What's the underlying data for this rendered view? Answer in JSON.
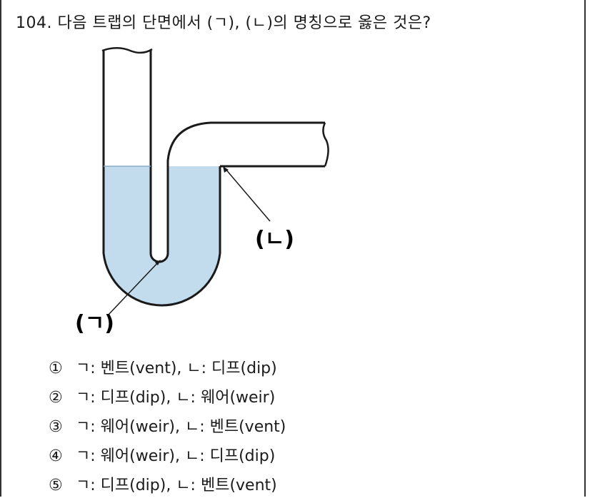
{
  "question": {
    "text": "104. 다음 트랩의 단면에서 (ㄱ), (ㄴ)의 명칭으로 옳은 것은?"
  },
  "figure": {
    "label_a": "(ㄱ)",
    "label_b": "(ㄴ)",
    "water_color": "#c3dced",
    "line_color": "#1a1a1a"
  },
  "options": [
    {
      "num": "①",
      "text": "ㄱ: 벤트(vent), ㄴ: 디프(dip)"
    },
    {
      "num": "②",
      "text": "ㄱ: 디프(dip), ㄴ: 웨어(weir)"
    },
    {
      "num": "③",
      "text": "ㄱ: 웨어(weir), ㄴ: 벤트(vent)"
    },
    {
      "num": "④",
      "text": "ㄱ: 웨어(weir), ㄴ: 디프(dip)"
    },
    {
      "num": "⑤",
      "text": "ㄱ: 디프(dip), ㄴ: 벤트(vent)"
    }
  ]
}
